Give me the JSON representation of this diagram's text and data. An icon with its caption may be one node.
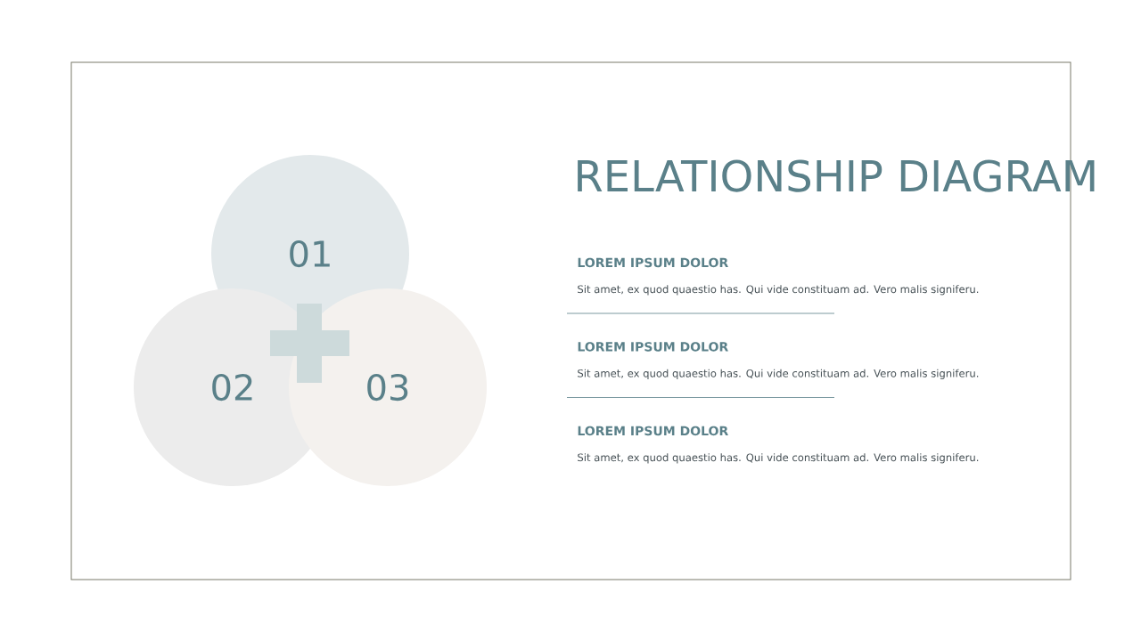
{
  "diagram": {
    "title": "RELATIONSHIP DIAGRAM",
    "nodes": [
      {
        "text": [
          "01"
        ]
      },
      {
        "text": [
          "02"
        ]
      },
      {
        "text": [
          "03"
        ]
      }
    ],
    "labels": [
      "LOREM IPSUM DOLOR",
      "Sit amet, ex quod quaestio has. Qui vide constituam ad. Vero malis signiferu.",
      "LOREM IPSUM DOLOR",
      "Sit amet, ex quod quaestio has. Qui vide constituam ad. Vero malis signiferu.",
      "LOREM IPSUM DOLOR",
      "Sit amet, ex quod quaestio has. Qui vide constituam ad. Vero malis signiferu."
    ]
  }
}
